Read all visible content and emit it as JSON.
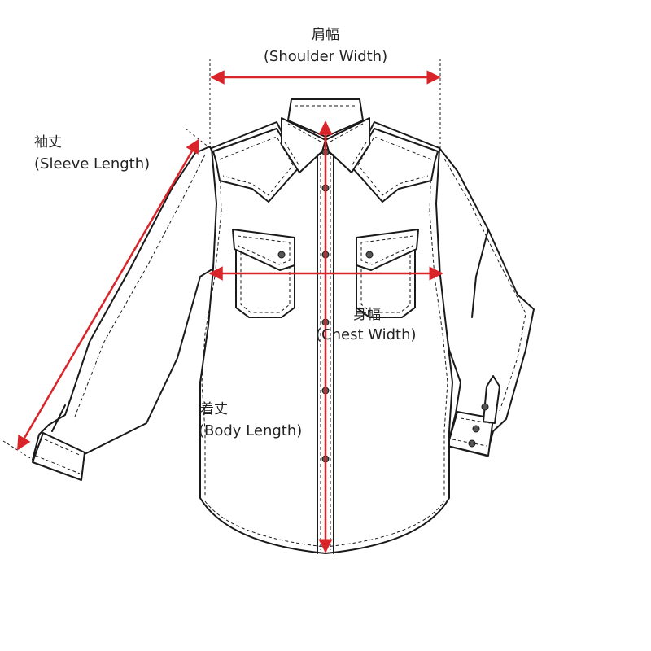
{
  "labels": {
    "shoulder_width_jp": "肩幅",
    "shoulder_width_en": "(Shoulder Width)",
    "sleeve_length_jp": "袖丈",
    "sleeve_length_en": "(Sleeve Length)",
    "chest_width_jp": "身幅",
    "chest_width_en": "(Chest Width)",
    "body_length_jp": "着丈",
    "body_length_en": "(Body Length)"
  },
  "colors": {
    "measurement_arrow": "#d9252a",
    "outline": "#1a1a1a",
    "button": "#555555",
    "text": "#222222"
  },
  "icons": {
    "garment": "western-shirt-illustration",
    "arrows": "double-headed-measurement-arrow"
  }
}
